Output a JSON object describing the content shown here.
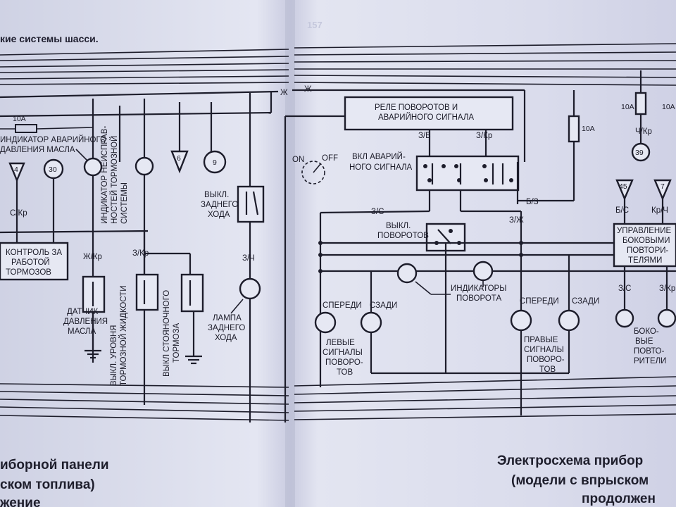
{
  "header_left": "кие системы шасси.",
  "page_number": "157",
  "left": {
    "fuse_10a": "10А",
    "oil_indicator": [
      "ИНДИКАТОР АВАРИЙНОГО",
      "ДАВЛЕНИЯ МАСЛА"
    ],
    "brake_fault_indicator": [
      "ИНДИКАТОР НЕИСПРАВ-",
      "НОСТЕЙ ТОРМОЗНОЙ",
      "СИСТЕМЫ"
    ],
    "connector_4": "4",
    "connector_30": "30",
    "connector_6": "6",
    "connector_9": "9",
    "wire_c_kr": "С/Кр",
    "wire_zh_kr": "Ж/Кр",
    "wire_z_kr": "З/Кр",
    "wire_z_ch": "З/Ч",
    "wire_zh_1": "Ж",
    "wire_zh_2": "Ж",
    "brake_control": [
      "КОНТРОЛЬ ЗА",
      "РАБОТОЙ",
      "ТОРМОЗОВ"
    ],
    "oil_sensor": [
      "ДАТЧИК",
      "ДАВЛЕНИЯ",
      "МАСЛА"
    ],
    "brake_fluid_switch": [
      "ВЫКЛ. УРОВНЯ",
      "ТОРМОЗНОЙ ЖИДКОСТИ"
    ],
    "parking_brake_switch": [
      "ВЫКЛ СТОЯНОЧНОГО",
      "ТОРМОЗА"
    ],
    "reverse_switch": [
      "ВЫКЛ.",
      "ЗАДНЕГО",
      "ХОДА"
    ],
    "reverse_lamp": [
      "ЛАМПА",
      "ЗАДНЕГО",
      "ХОДА"
    ]
  },
  "right": {
    "relay": [
      "РЕЛЕ ПОВОРОТОВ И",
      "АВАРИЙНОГО СИГНАЛА"
    ],
    "wire_z_b": "З/Б",
    "wire_z_kr": "З/Кр",
    "on_label": "ON",
    "off_label": "OFF",
    "hazard_switch": [
      "ВКЛ АВАРИЙ-",
      "НОГО СИГНАЛА"
    ],
    "fuse_10a_mid": "10А",
    "fuse_10a_r1": "10А",
    "fuse_10a_r2": "10А",
    "wire_ch_kr": "Ч/Кр",
    "connector_39": "39",
    "wire_b_z": "Б/З",
    "wire_z_s": "З/С",
    "wire_z_zh": "З/Ж",
    "turn_switch": [
      "ВЫКЛ.",
      "ПОВОРОТОВ"
    ],
    "indicators": [
      "ИНДИКАТОРЫ",
      "ПОВОРОТА"
    ],
    "front_left": "СПЕРЕДИ",
    "rear_left": "СЗАДИ",
    "front_right": "СПЕРЕДИ",
    "rear_right": "СЗАДИ",
    "left_signals": [
      "ЛЕВЫЕ",
      "СИГНАЛЫ",
      "ПОВОРО-",
      "ТОВ"
    ],
    "right_signals": [
      "ПРАВЫЕ",
      "СИГНАЛЫ",
      "ПОВОРО-",
      "ТОВ"
    ],
    "connector_45": "45",
    "connector_7": "7",
    "wire_b_s": "Б/С",
    "wire_kr_ch": "Кр/Ч",
    "side_control": [
      "УПРАВЛЕНИЕ",
      "БОКОВЫМИ",
      "ПОВТОРИ-",
      "ТЕЛЯМИ"
    ],
    "wire_z_s2": "З/С",
    "wire_z_kr2": "З/Кр",
    "side_repeaters": [
      "БОКО-",
      "ВЫЕ",
      "ПОВТО-",
      "РИТЕЛИ"
    ]
  },
  "captions": {
    "left": [
      "иборной панели",
      "ском топлива)",
      "жение"
    ],
    "right": [
      "Электросхема прибор",
      "(модели с впрыском",
      "продолжен"
    ]
  }
}
